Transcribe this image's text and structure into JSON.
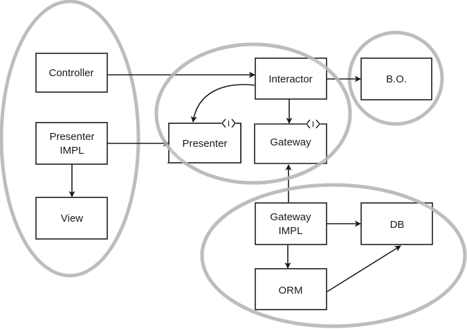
{
  "diagram": {
    "groups": [
      {
        "id": "ui-layer",
        "members": [
          "controller",
          "presenter-impl",
          "view"
        ]
      },
      {
        "id": "use-case-layer",
        "members": [
          "interactor",
          "presenter",
          "gateway"
        ]
      },
      {
        "id": "business-objects-layer",
        "members": [
          "bo"
        ]
      },
      {
        "id": "data-layer",
        "members": [
          "gateway-impl",
          "db",
          "orm"
        ]
      }
    ],
    "nodes": {
      "controller": {
        "lines": [
          "Controller"
        ]
      },
      "presenter_impl": {
        "lines": [
          "Presenter",
          "IMPL"
        ]
      },
      "view": {
        "lines": [
          "View"
        ]
      },
      "interactor": {
        "lines": [
          "Interactor"
        ]
      },
      "presenter": {
        "lines": [
          "Presenter"
        ],
        "interface_marker": "I"
      },
      "gateway": {
        "lines": [
          "Gateway"
        ],
        "interface_marker": "I"
      },
      "bo": {
        "lines": [
          "B.O."
        ]
      },
      "gateway_impl": {
        "lines": [
          "Gateway",
          "IMPL"
        ]
      },
      "db": {
        "lines": [
          "DB"
        ]
      },
      "orm": {
        "lines": [
          "ORM"
        ]
      }
    },
    "edges": [
      {
        "from": "Controller",
        "to": "Interactor"
      },
      {
        "from": "Presenter IMPL",
        "to": "Presenter"
      },
      {
        "from": "Presenter IMPL",
        "to": "View"
      },
      {
        "from": "Interactor",
        "to": "B.O."
      },
      {
        "from": "Interactor",
        "to": "Presenter"
      },
      {
        "from": "Interactor",
        "to": "Gateway"
      },
      {
        "from": "Gateway IMPL",
        "to": "Gateway"
      },
      {
        "from": "Gateway IMPL",
        "to": "DB"
      },
      {
        "from": "Gateway IMPL",
        "to": "ORM"
      },
      {
        "from": "ORM",
        "to": "DB"
      }
    ],
    "colors": {
      "ellipse": "#bdbdbd",
      "line": "#1a1a1a"
    }
  }
}
